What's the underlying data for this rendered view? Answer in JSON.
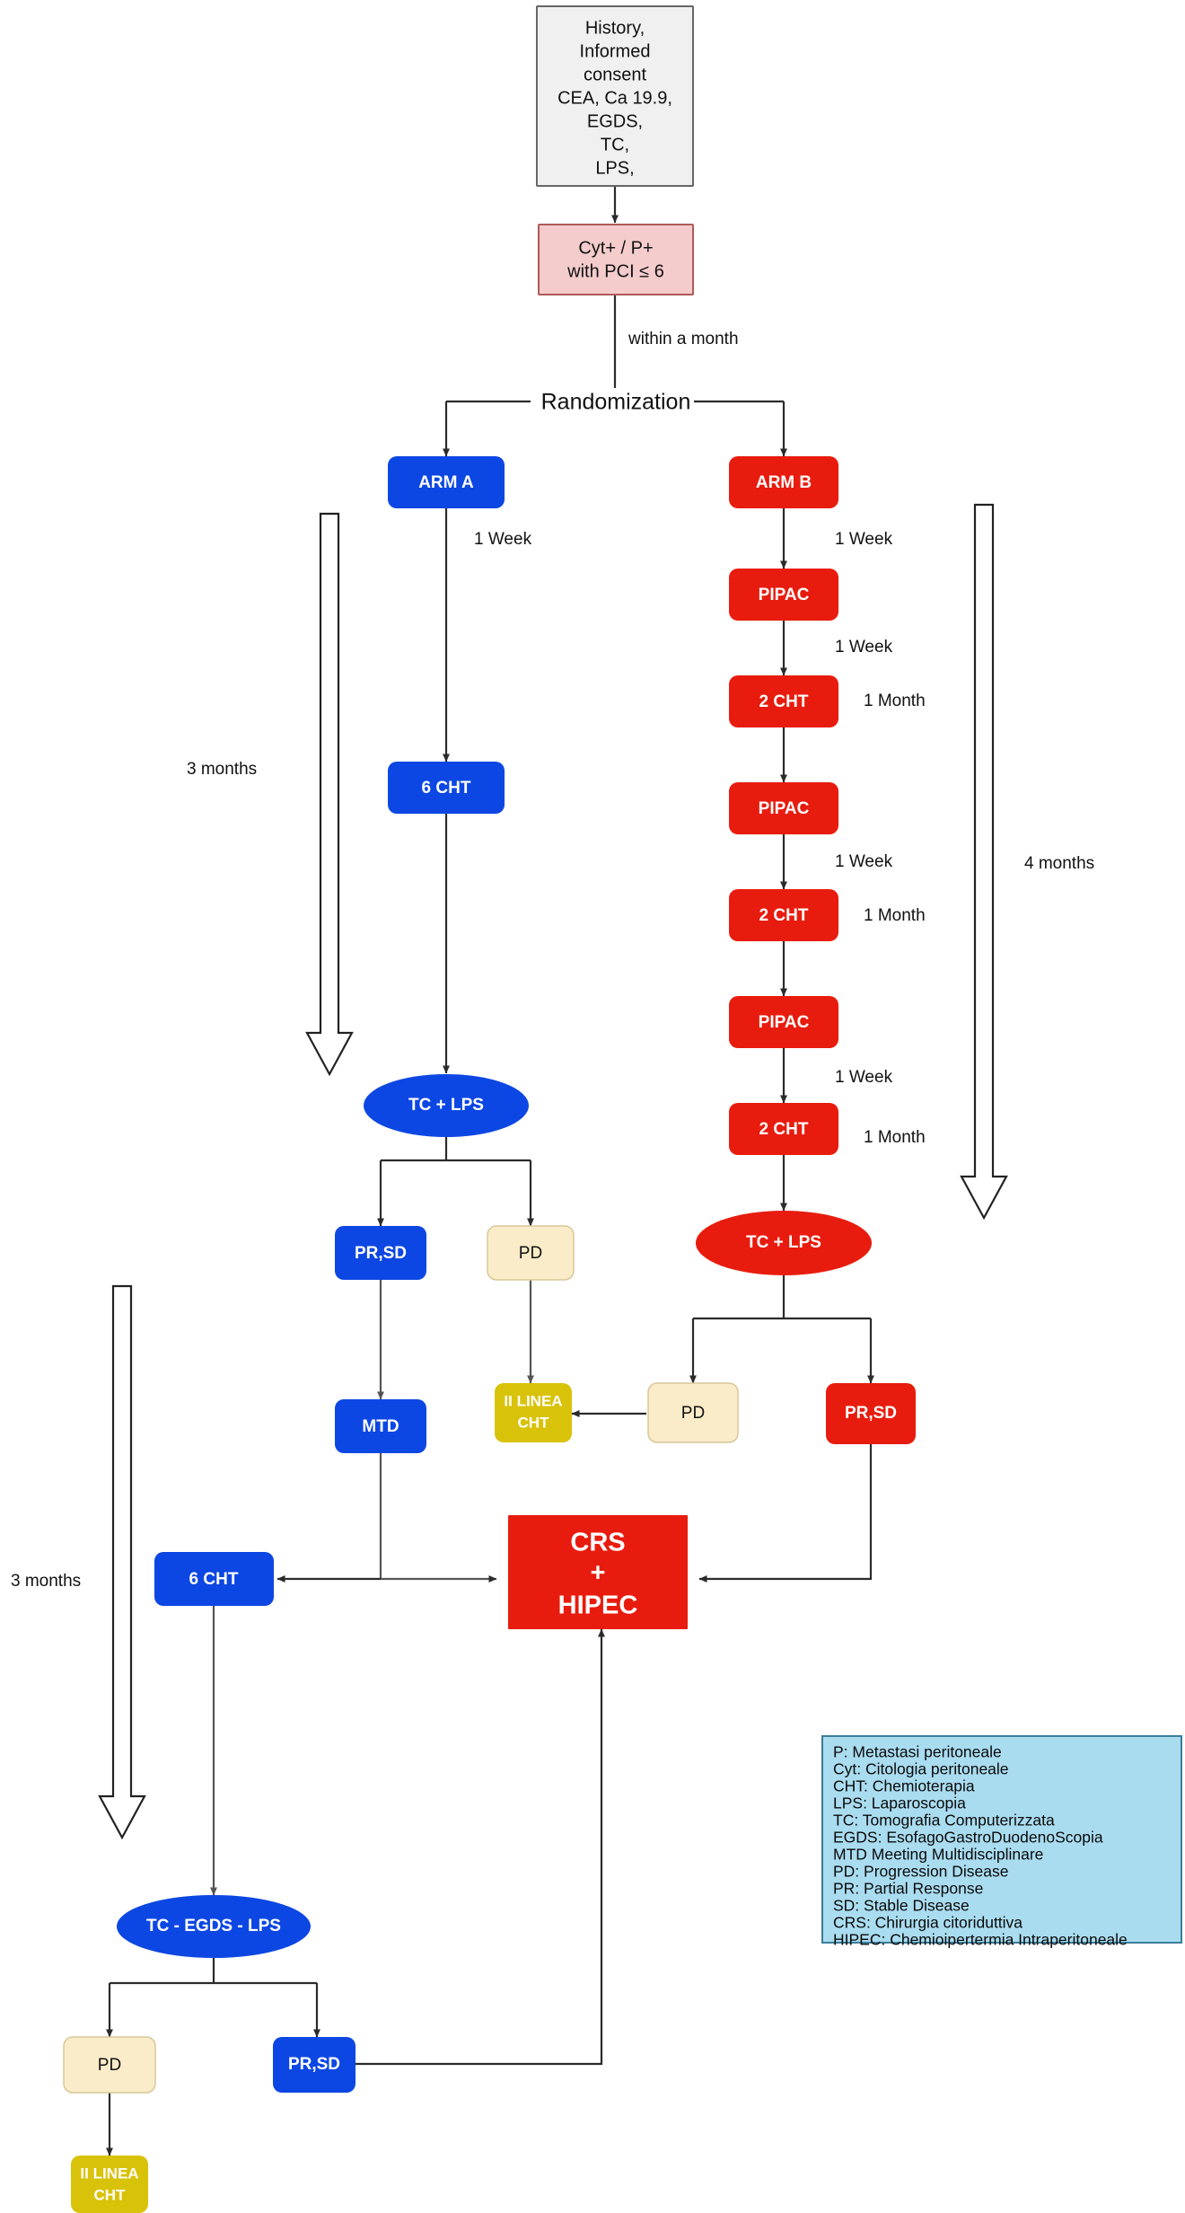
{
  "title": "Randomized study flowchart: ARM A vs ARM B",
  "nodes": {
    "history": {
      "label": "History,\nInformed\nconsent\nCEA, Ca 19.9,\nEGDS,\nTC,\nLPS,",
      "fill": "#f0f0f0",
      "stroke": "#666666",
      "text": "#111111"
    },
    "eligibility": {
      "label": "Cyt+ / P+\nwith PCI ≤ 6",
      "fill": "#f4cccc",
      "stroke": "#b05a5a",
      "text": "#111111"
    },
    "randomization": {
      "label": "Randomization"
    },
    "arm_a": {
      "label": "ARM A",
      "fill": "#0d47e3",
      "text": "#ffffff"
    },
    "arm_b": {
      "label": "ARM B",
      "fill": "#e81c0e",
      "text": "#ffffff"
    },
    "a_6cht": {
      "label": "6 CHT",
      "fill": "#0d47e3",
      "text": "#ffffff"
    },
    "a_tclps": {
      "label": "TC + LPS",
      "fill": "#0d47e3",
      "text": "#ffffff"
    },
    "a_prsd": {
      "label": "PR,SD",
      "fill": "#0d47e3",
      "text": "#ffffff"
    },
    "a_pd": {
      "label": "PD",
      "fill": "#faecc8",
      "text": "#111111"
    },
    "a_mtd": {
      "label": "MTD",
      "fill": "#0d47e3",
      "text": "#ffffff"
    },
    "a_iilinea": {
      "label": "II LINEA\nCHT",
      "fill": "#d9c20a",
      "text": "#ffffff"
    },
    "b_pipac_1": {
      "label": "PIPAC",
      "fill": "#e81c0e",
      "text": "#ffffff"
    },
    "b_2cht_1": {
      "label": "2 CHT",
      "fill": "#e81c0e",
      "text": "#ffffff"
    },
    "b_pipac_2": {
      "label": "PIPAC",
      "fill": "#e81c0e",
      "text": "#ffffff"
    },
    "b_2cht_2": {
      "label": "2 CHT",
      "fill": "#e81c0e",
      "text": "#ffffff"
    },
    "b_pipac_3": {
      "label": "PIPAC",
      "fill": "#e81c0e",
      "text": "#ffffff"
    },
    "b_2cht_3": {
      "label": "2 CHT",
      "fill": "#e81c0e",
      "text": "#ffffff"
    },
    "b_tclps": {
      "label": "TC + LPS",
      "fill": "#e81c0e",
      "text": "#ffffff"
    },
    "b_pd": {
      "label": "PD",
      "fill": "#faecc8",
      "text": "#111111"
    },
    "b_prsd": {
      "label": "PR,SD",
      "fill": "#e81c0e",
      "text": "#ffffff"
    },
    "b_iilinea": {
      "label": "II LINEA\nCHT",
      "fill": "#d9c20a",
      "text": "#ffffff"
    },
    "crs_hipec": {
      "label": "CRS\n+\nHIPEC",
      "fill": "#e81c0e",
      "text": "#ffffff"
    },
    "f_6cht": {
      "label": "6 CHT",
      "fill": "#0d47e3",
      "text": "#ffffff"
    },
    "f_tcegdslps": {
      "label": "TC - EGDS - LPS",
      "fill": "#0d47e3",
      "text": "#ffffff"
    },
    "f_pd": {
      "label": "PD",
      "fill": "#faecc8",
      "text": "#111111"
    },
    "f_prsd": {
      "label": "PR,SD",
      "fill": "#0d47e3",
      "text": "#ffffff"
    },
    "f_iilinea": {
      "label": "II LINEA\nCHT",
      "fill": "#d9c20a",
      "text": "#ffffff"
    }
  },
  "edge_labels": {
    "within_a_month": "within a month",
    "a_1week": "1 Week",
    "b_1week_1": "1 Week",
    "b_1week_2": "1 Week",
    "b_1month_1": "1 Month",
    "b_1week_3": "1 Week",
    "b_1month_2": "1 Month",
    "b_1week_4": "1 Week",
    "b_1month_3": "1 Month"
  },
  "duration_arrows": {
    "left_top": "3 months",
    "right": "4 months",
    "left_bottom": "3 months"
  },
  "legend": {
    "background": "#aadcf0",
    "border": "#3a7d99",
    "lines": [
      "P: Metastasi peritoneale",
      "Cyt: Citologia peritoneale",
      "CHT: Chemioterapia",
      "LPS: Laparoscopia",
      "TC: Tomografia Computerizzata",
      "EGDS: EsofagoGastroDuodenoScopia",
      "MTD Meeting Multidisciplinare",
      "PD: Progression Disease",
      "PR: Partial Response",
      "SD: Stable Disease",
      "CRS: Chirurgia citoriduttiva",
      "HIPEC: Chemioipertermia Intraperitoneale"
    ]
  },
  "colors": {
    "blue": "#0d47e3",
    "red": "#e81c0e",
    "yellow": "#d9c20a",
    "cream": "#faecc8",
    "pink": "#f4cccc",
    "grey": "#f0f0f0",
    "legend_blue": "#aadcf0",
    "connector": "#2b2b2b"
  }
}
